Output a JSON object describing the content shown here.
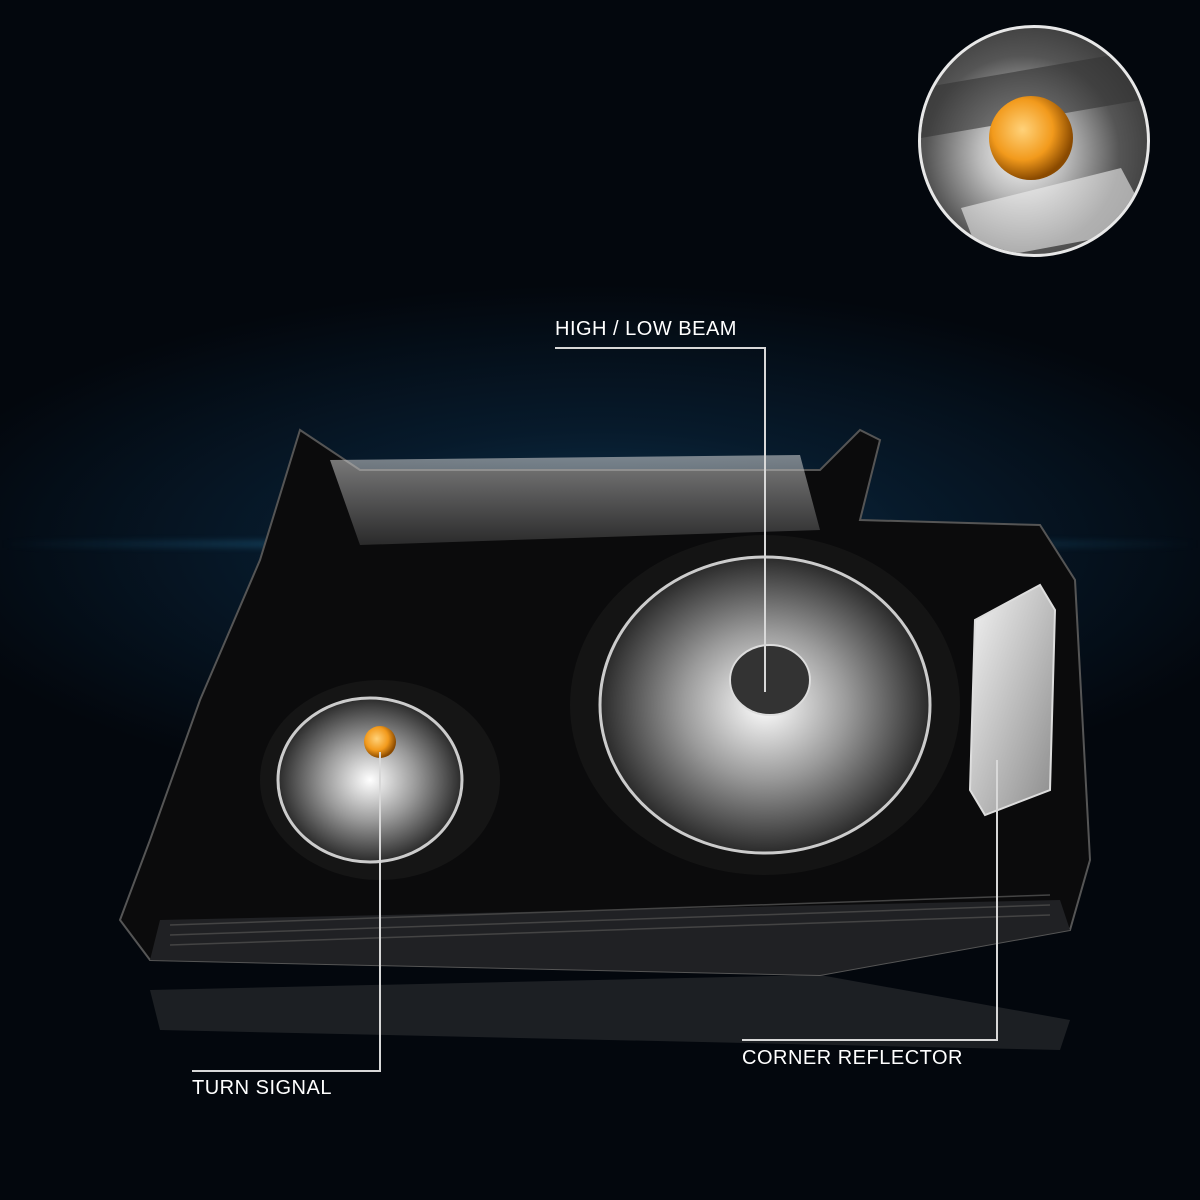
{
  "callouts": {
    "high_low_beam": "HIGH / LOW BEAM",
    "turn_signal": "TURN SIGNAL",
    "corner_reflector": "CORNER REFLECTOR"
  },
  "colors": {
    "amber": "#f29a1c",
    "housing": "#0b0b0c",
    "background": "#03070d"
  }
}
